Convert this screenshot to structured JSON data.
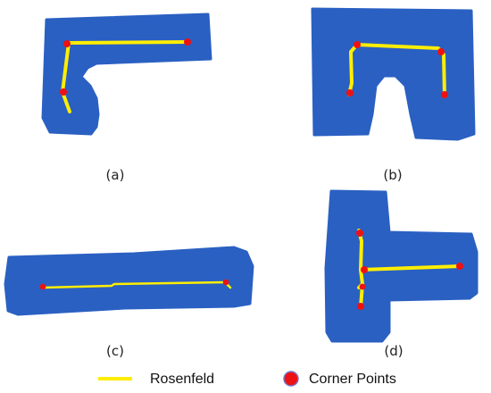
{
  "panels": [
    {
      "id": "a",
      "label": "(a)"
    },
    {
      "id": "b",
      "label": "(b)"
    },
    {
      "id": "c",
      "label": "(c)"
    },
    {
      "id": "d",
      "label": "(d)"
    }
  ],
  "legend": {
    "skeleton_label": "Rosenfeld",
    "corner_label": "Corner Points"
  },
  "colors": {
    "shape_fill": "#2a60c2",
    "skeleton": "#ffee00",
    "corner": "#ee1111",
    "corner_outline": "#7777cc"
  }
}
